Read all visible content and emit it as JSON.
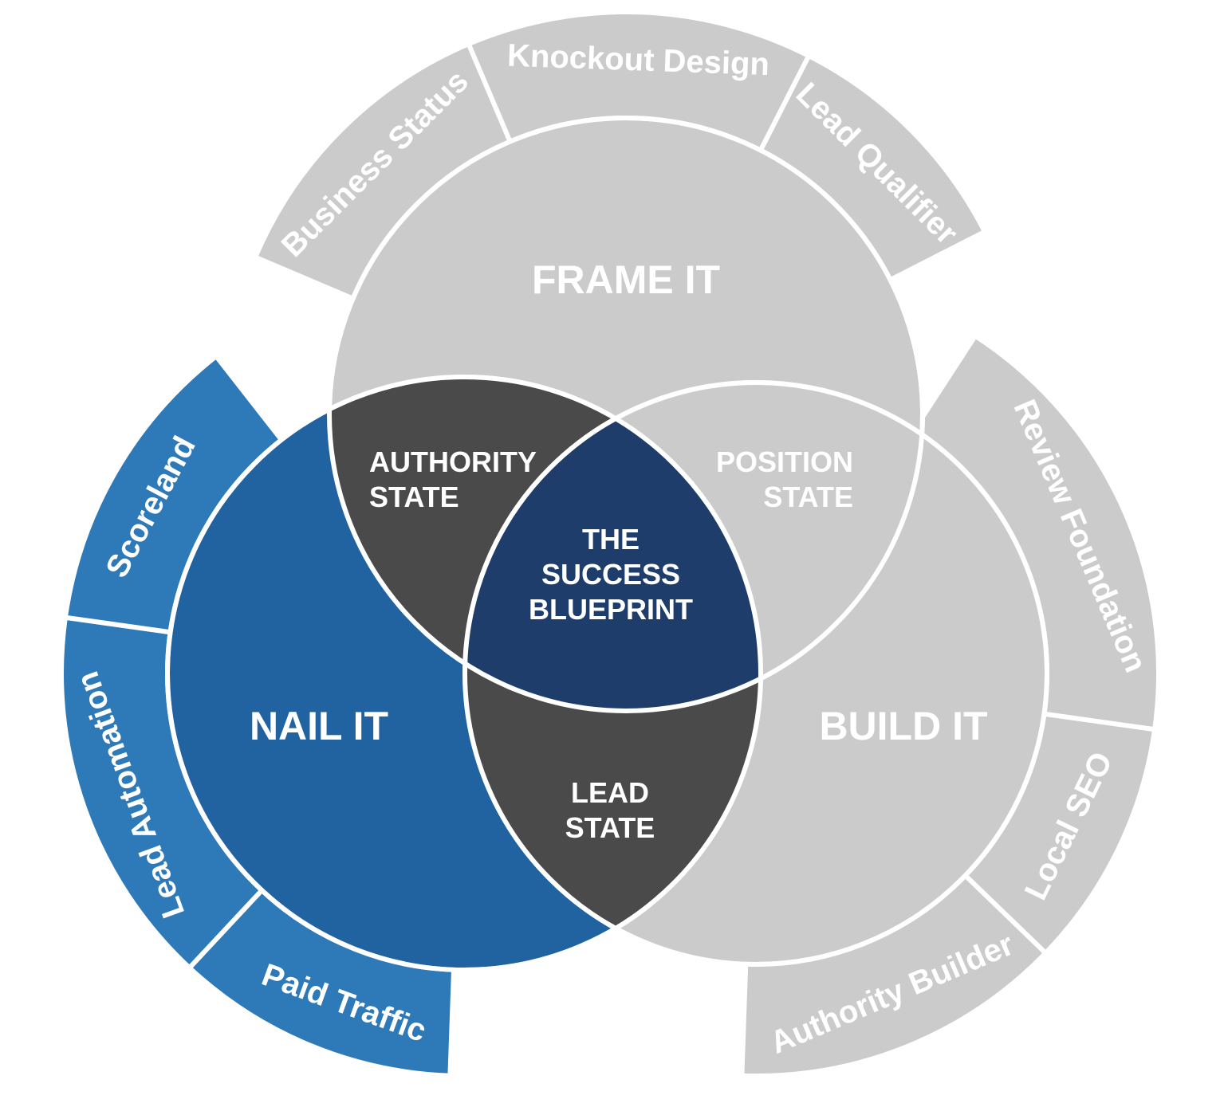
{
  "colors": {
    "gray": "#cbcbcb",
    "blue_ring": "#2e7ab8",
    "blue_circle": "#2163a0",
    "dark_gray": "#4a4a4a",
    "navy": "#1f3d6b",
    "white": "#ffffff"
  },
  "circles": {
    "frame": {
      "label": "FRAME IT"
    },
    "nail": {
      "label": "NAIL IT"
    },
    "build": {
      "label": "BUILD IT"
    }
  },
  "overlaps": {
    "authority": {
      "line1": "AUTHORITY",
      "line2": "STATE"
    },
    "position": {
      "line1": "POSITION",
      "line2": "STATE"
    },
    "lead": {
      "line1": "LEAD",
      "line2": "STATE"
    },
    "center": {
      "line1": "THE",
      "line2": "SUCCESS",
      "line3": "BLUEPRINT"
    }
  },
  "ring": {
    "business_status": "Business Status",
    "knockout_design": "Knockout Design",
    "lead_qualifier": "Lead Qualifier",
    "review_foundation": "Review Foundation",
    "local_seo": "Local SEO",
    "authority_builder": "Authority Builder",
    "paid_traffic": "Paid Traffic",
    "lead_automation": "Lead Automation",
    "scoreland": "Scoreland"
  }
}
